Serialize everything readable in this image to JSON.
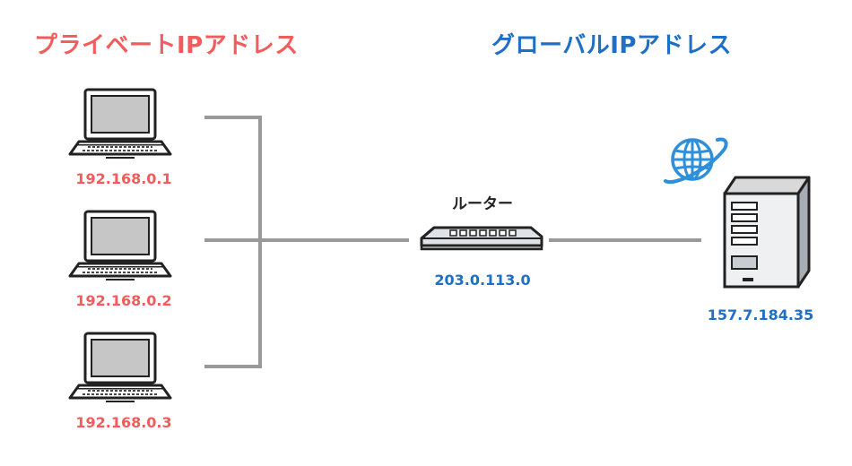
{
  "colors": {
    "private": "#f25c5c",
    "global": "#1f6fc4",
    "line": "#999999",
    "outline": "#222222"
  },
  "private_heading": "プライベートIPアドレス",
  "global_heading": "グローバルIPアドレス",
  "laptops": [
    {
      "ip": "192.168.0.1",
      "icon": "laptop-icon"
    },
    {
      "ip": "192.168.0.2",
      "icon": "laptop-icon"
    },
    {
      "ip": "192.168.0.3",
      "icon": "laptop-icon"
    }
  ],
  "router": {
    "label": "ルーター",
    "ip": "203.0.113.0",
    "icon": "router-icon"
  },
  "server": {
    "ip": "157.7.184.35",
    "icon": "server-icon",
    "globe_icon": "globe-icon"
  }
}
